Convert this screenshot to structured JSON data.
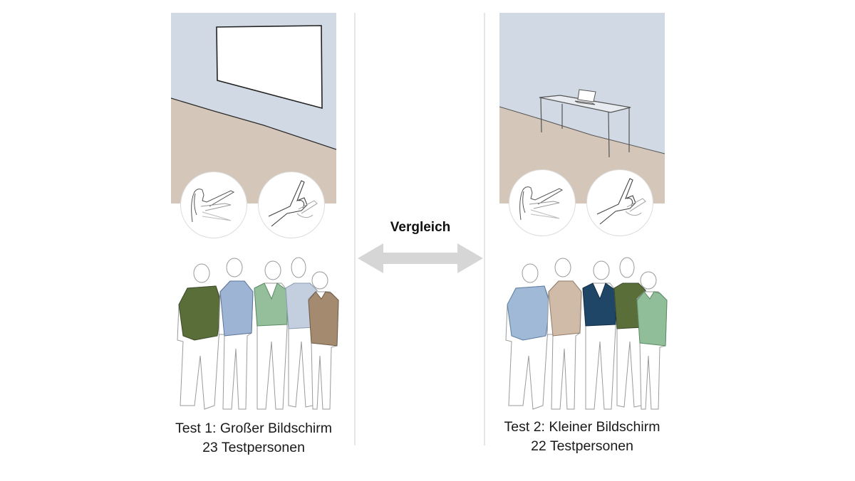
{
  "comparison": {
    "label": "Vergleich",
    "arrow_icon": "double-headed-arrow",
    "arrow_color": "#d6d6d6"
  },
  "colors": {
    "wall": "#d1d9e4",
    "floor": "#d4c6b8",
    "line": "#333333",
    "divider": "#e6e6e6"
  },
  "tests": [
    {
      "title": "Test 1: Großer Bildschirm",
      "participants": "23 Testpersonen",
      "room_object": "large-wall-screen",
      "gestures": [
        "arm-pointing-gesture",
        "hand-pointing-gesture"
      ],
      "shirt_colors": [
        "#5a6e3a",
        "#9db4d4",
        "#94bf9a",
        "#c3cfdf",
        "#a48b70"
      ]
    },
    {
      "title": "Test 2: Kleiner Bildschirm",
      "participants": "22 Testpersonen",
      "room_object": "laptop-on-table",
      "gestures": [
        "arm-pointing-gesture",
        "hand-pointing-gesture"
      ],
      "shirt_colors": [
        "#9fb9d6",
        "#cfbba8",
        "#1f4567",
        "#5a6e3a",
        "#8fbe98"
      ]
    }
  ]
}
